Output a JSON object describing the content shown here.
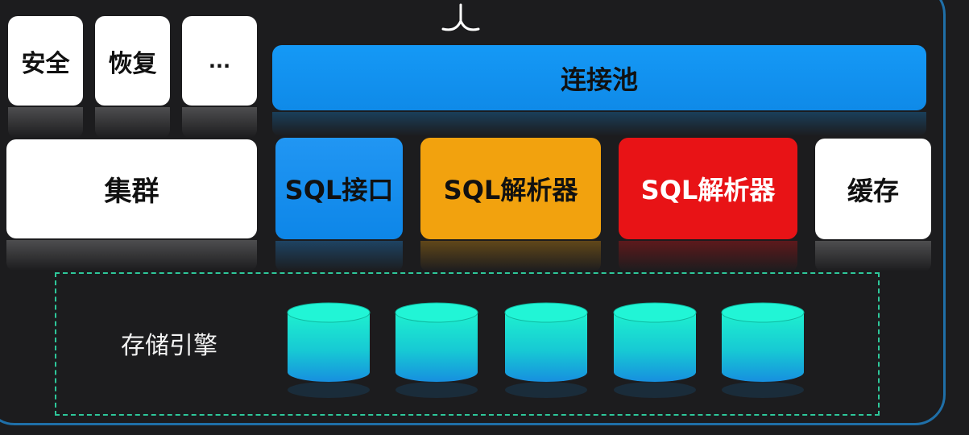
{
  "top_left": {
    "security": "安全",
    "recovery": "恢复",
    "more": "..."
  },
  "connection_pool": "连接池",
  "cluster": "集群",
  "sql_interface": "SQL接口",
  "sql_parser_1": "SQL解析器",
  "sql_parser_2": "SQL解析器",
  "cache": "缓存",
  "storage_engine": "存储引擎",
  "colors": {
    "blue": "#1599f6",
    "orange": "#f2a20e",
    "red": "#e81316",
    "teal": "#19e3c2",
    "dashed": "#2ec79a"
  },
  "icons": {
    "top_arrow": "split-arrow-icon",
    "database": "database-cylinder-icon"
  }
}
